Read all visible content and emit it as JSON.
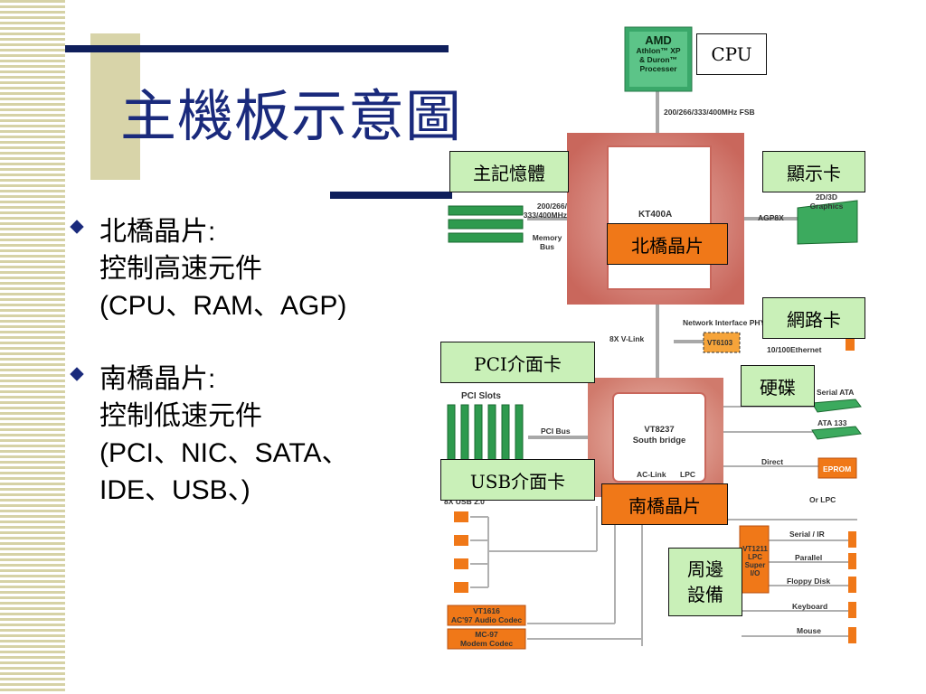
{
  "slide": {
    "title": "主機板示意圖",
    "bullets": [
      {
        "heading": "北橋晶片:",
        "lines": [
          "控制高速元件",
          "(CPU、RAM、AGP)"
        ]
      },
      {
        "heading": "南橋晶片:",
        "lines": [
          "控制低速元件",
          "(PCI、NIC、SATA、",
          "IDE、USB、)"
        ]
      }
    ]
  },
  "callouts": {
    "cpu": "CPU",
    "memory": "主記憶體",
    "graphics_card": "顯示卡",
    "northbridge": "北橋晶片",
    "network_card": "網路卡",
    "pci_card": "PCI介面卡",
    "hard_disk": "硬碟",
    "usb_card": "USB介面卡",
    "southbridge": "南橋晶片",
    "peripherals_1": "周邊",
    "peripherals_2": "設備"
  },
  "diagram": {
    "cpu_chip": [
      "AMD",
      "Athlon™ XP",
      "& Duron™",
      "Processer"
    ],
    "fsb": "200/266/333/400MHz FSB",
    "memory_bus": [
      "200/266/",
      "333/400MHz"
    ],
    "memory_bus_label": [
      "Memory",
      "Bus"
    ],
    "agp": "AGP8X",
    "graphics": [
      "2D/3D",
      "Graphics"
    ],
    "northbridge_chip": "KT400A",
    "vlink": "8X V-Link",
    "network_interface": "Network Interface PHY",
    "vt6103": "VT6103",
    "ethernet": "10/100Ethernet",
    "pci_slots": "PCI Slots",
    "pci_bus": "PCI Bus",
    "southbridge_chip": [
      "VT8237",
      "South bridge"
    ],
    "ac_link": "AC-Link",
    "lpc": "LPC",
    "serial_ata": "Serial ATA",
    "ata133": "ATA 133",
    "direct": "Direct",
    "eprom": "EPROM",
    "or_lpc": "Or LPC",
    "usb20": "8X USB 2.0",
    "superio": [
      "VT1211",
      "LPC",
      "Super",
      "I/O"
    ],
    "serial_ir": "Serial / IR",
    "parallel": "Parallel",
    "floppy": "Floppy Disk",
    "keyboard": "Keyboard",
    "mouse": "Mouse",
    "audio_codec": [
      "VT1616",
      "AC'97 Audio Codec"
    ],
    "modem_codec": [
      "MC-97",
      "Modem Codec"
    ]
  }
}
